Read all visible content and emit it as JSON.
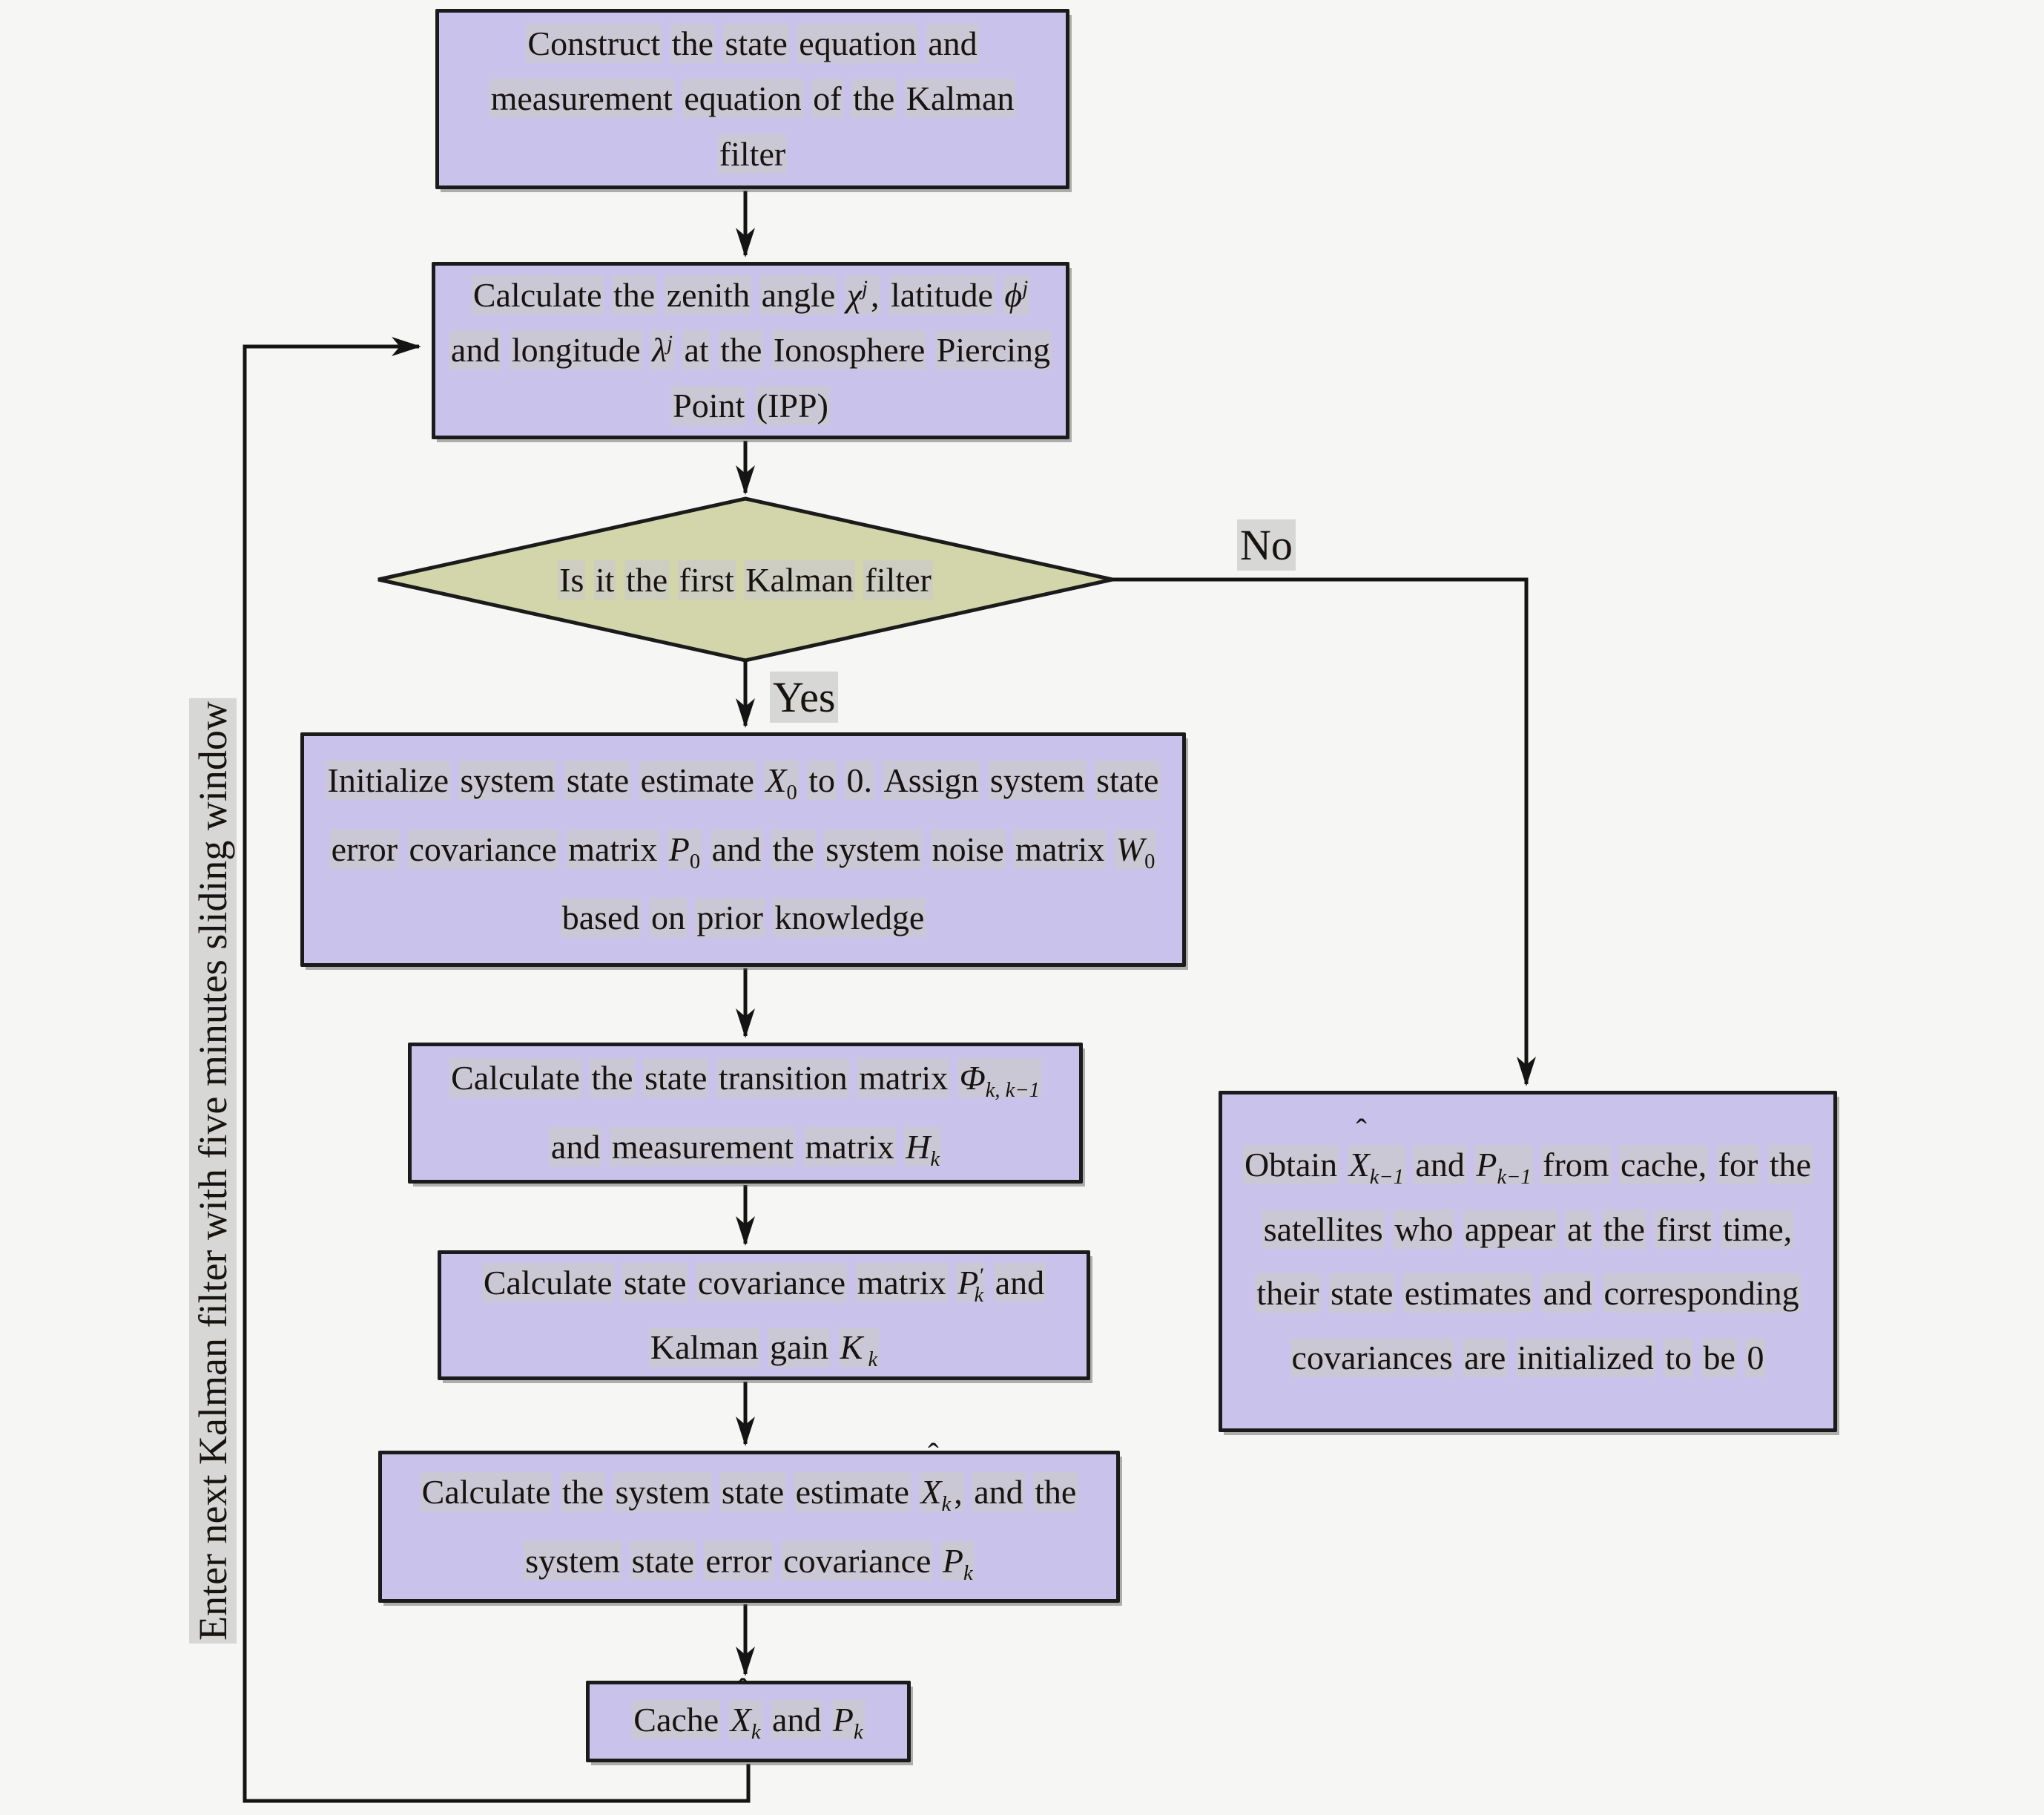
{
  "colors": {
    "box_fill": "#c9c3ec",
    "box_border": "#1b1b1b",
    "diamond_fill": "#d2d6aa",
    "line": "#141414",
    "text": "#171310",
    "page_bg": "#f6f6f4"
  },
  "flowchart": {
    "boxes": {
      "construct": {
        "segments": [
          {
            "t": "Construct the state equation and measurement equation of the Kalman filter"
          }
        ]
      },
      "calc_ipp": {
        "segments": [
          {
            "t": "Calculate the zenith angle "
          },
          {
            "t": "χ",
            "it": 1,
            "sup": "j"
          },
          {
            "t": ", latitude "
          },
          {
            "t": "ϕ",
            "it": 1,
            "sup": "j"
          },
          {
            "t": " and longitude "
          },
          {
            "t": "λ",
            "it": 1,
            "sup": "j"
          },
          {
            "t": " at the Ionosphere Piercing Point (IPP)"
          }
        ]
      },
      "decision": {
        "segments": [
          {
            "t": "Is it the first Kalman filter"
          }
        ]
      },
      "initialize": {
        "segments": [
          {
            "t": "Initialize system state estimate "
          },
          {
            "t": "X",
            "it": 1,
            "sub": "0"
          },
          {
            "t": " to 0. Assign system state error covariance matrix "
          },
          {
            "t": "P",
            "it": 1,
            "sub": "0"
          },
          {
            "t": " and the system noise matrix "
          },
          {
            "t": "W",
            "it": 1,
            "sub": "0"
          },
          {
            "t": " based on prior knowledge"
          }
        ]
      },
      "transition": {
        "segments": [
          {
            "t": "Calculate the state transition matrix "
          },
          {
            "t": "Φ",
            "it": 1,
            "sub": "k, k−1",
            "subi": 1
          },
          {
            "t": " and measurement matrix "
          },
          {
            "t": "H",
            "it": 1,
            "sub": "k",
            "subi": 1
          }
        ]
      },
      "covariance_gain": {
        "segments": [
          {
            "t": "Calculate state covariance matrix "
          },
          {
            "t": "P",
            "it": 1,
            "sup": "′",
            "sub": "k",
            "subi": 1
          },
          {
            "t": " and Kalman gain "
          },
          {
            "t": "K",
            "it": 1,
            "sub": " k",
            "subi": 1
          }
        ]
      },
      "state_estimate": {
        "segments": [
          {
            "t": "Calculate the system state estimate "
          },
          {
            "t": "X",
            "it": 1,
            "hat": 1,
            "sub": "k",
            "subi": 1
          },
          {
            "t": ", and the system state error covariance "
          },
          {
            "t": "P",
            "it": 1,
            "sub": "k",
            "subi": 1
          }
        ]
      },
      "cache": {
        "segments": [
          {
            "t": "Cache "
          },
          {
            "t": "X",
            "it": 1,
            "hat": 1,
            "sub": "k",
            "subi": 1
          },
          {
            "t": " and "
          },
          {
            "t": "P",
            "it": 1,
            "sub": "k",
            "subi": 1
          }
        ]
      },
      "obtain_cache": {
        "segments": [
          {
            "t": "Obtain "
          },
          {
            "t": "X",
            "it": 1,
            "hat": 1,
            "sub": "k−1",
            "subi": 1
          },
          {
            "t": " and "
          },
          {
            "t": "P",
            "it": 1,
            "sub": "k−1",
            "subi": 1
          },
          {
            "t": " from cache, for the satellites who appear at the first time, their state estimates and corresponding covariances are initialized to be 0"
          }
        ]
      }
    },
    "labels": {
      "yes": "Yes",
      "no": "No",
      "loop": "Enter next Kalman filter with five minutes sliding window"
    }
  }
}
